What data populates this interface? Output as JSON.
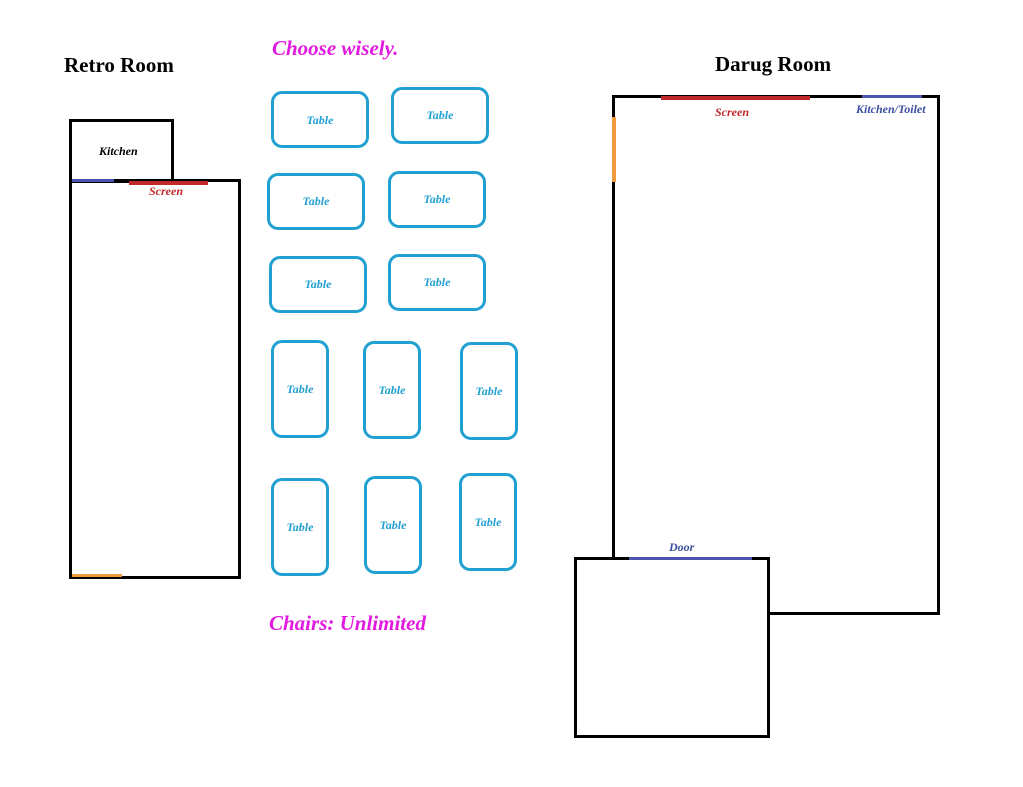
{
  "colors": {
    "pink": "#e21ae0",
    "table_border": "#22a0d2",
    "table_text": "#22a0d2",
    "screen": "#c0282a",
    "blue_label": "#3c4ea0",
    "blue_segment": "#4b55b0",
    "orange_segment": "#f09a3e",
    "walls": "#000000"
  },
  "header": {
    "choose": "Choose wisely.",
    "chairs": "Chairs: Unlimited"
  },
  "retro_room": {
    "title": "Retro Room",
    "kitchen_label": "Kitchen",
    "screen_label": "Screen"
  },
  "darug_room": {
    "title": "Darug Room",
    "screen_label": "Screen",
    "kitchen_toilet_label": "Kitchen/Toilet",
    "door_label": "Door"
  },
  "tables": [
    {
      "label": "Table"
    },
    {
      "label": "Table"
    },
    {
      "label": "Table"
    },
    {
      "label": "Table"
    },
    {
      "label": "Table"
    },
    {
      "label": "Table"
    },
    {
      "label": "Table"
    },
    {
      "label": "Table"
    },
    {
      "label": "Table"
    },
    {
      "label": "Table"
    },
    {
      "label": "Table"
    },
    {
      "label": "Table"
    }
  ]
}
